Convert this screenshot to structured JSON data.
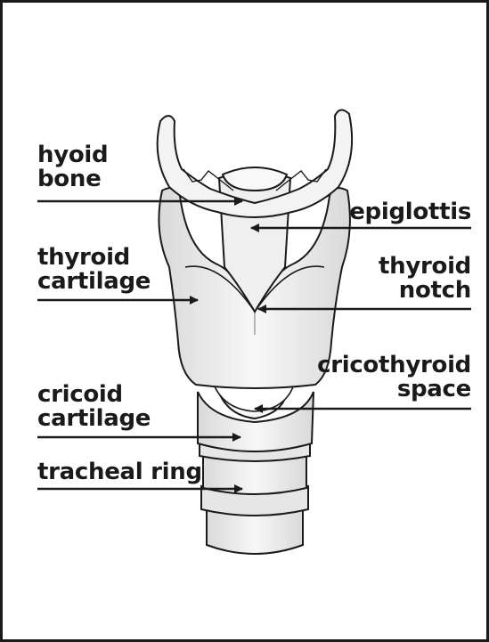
{
  "labels": {
    "hyoid_bone": [
      "hyoid",
      "bone"
    ],
    "epiglottis": [
      "epiglottis"
    ],
    "thyroid_cartilage": [
      "thyroid",
      "cartilage"
    ],
    "thyroid_notch": [
      "thyroid",
      "notch"
    ],
    "cricothyroid_space": [
      "cricothyroid",
      "space"
    ],
    "cricoid_cartilage": [
      "cricoid",
      "cartilage"
    ],
    "tracheal_ring": [
      "tracheal ring"
    ]
  },
  "colors": {
    "outline": "#1a1a1a",
    "fill": "#f1f1f1",
    "shade": "#d2d2d2"
  }
}
